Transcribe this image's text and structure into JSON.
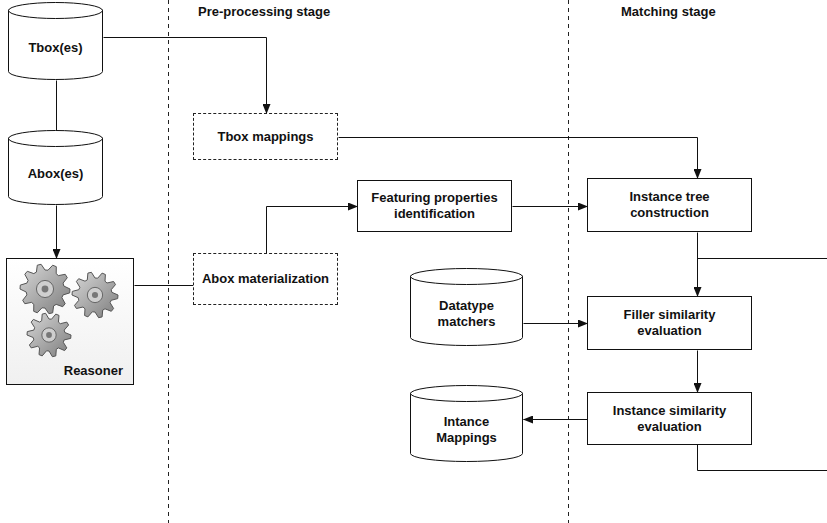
{
  "diagram": {
    "nodes": [
      {
        "text": [
          "Tbox(es)"
        ]
      },
      {
        "text": [
          "Abox(es)"
        ]
      },
      {
        "text": [
          "Reasoner"
        ]
      },
      {
        "text": [
          "Tbox mappings"
        ]
      },
      {
        "text": [
          "Abox materialization"
        ]
      },
      {
        "text": [
          "Featuring properties identification"
        ]
      },
      {
        "text": [
          "Instance tree construction"
        ]
      },
      {
        "text": [
          "Datatype matchers"
        ]
      },
      {
        "text": [
          "Filler similarity evaluation"
        ]
      },
      {
        "text": [
          "Intance Mappings"
        ]
      },
      {
        "text": [
          "Instance similarity evaluation"
        ]
      }
    ],
    "edges": [
      {
        "from": 0,
        "to": 3,
        "arrow": "to"
      },
      {
        "from": 0,
        "to": 1,
        "arrow": "none"
      },
      {
        "from": 1,
        "to": 2,
        "arrow": "to"
      },
      {
        "from": 2,
        "to": 4,
        "arrow": "to"
      },
      {
        "from": 4,
        "to": 5,
        "arrow": "to"
      },
      {
        "from": 3,
        "to": 6,
        "arrow": "to"
      },
      {
        "from": 5,
        "to": 6,
        "arrow": "to"
      },
      {
        "from": 6,
        "to": 8,
        "arrow": "to"
      },
      {
        "from": 7,
        "to": 8,
        "arrow": "to"
      },
      {
        "from": 8,
        "to": 10,
        "arrow": "to"
      },
      {
        "from": 10,
        "to": 9,
        "arrow": "to"
      }
    ],
    "labels": [
      "Pre-processing stage",
      "Matching stage"
    ]
  }
}
